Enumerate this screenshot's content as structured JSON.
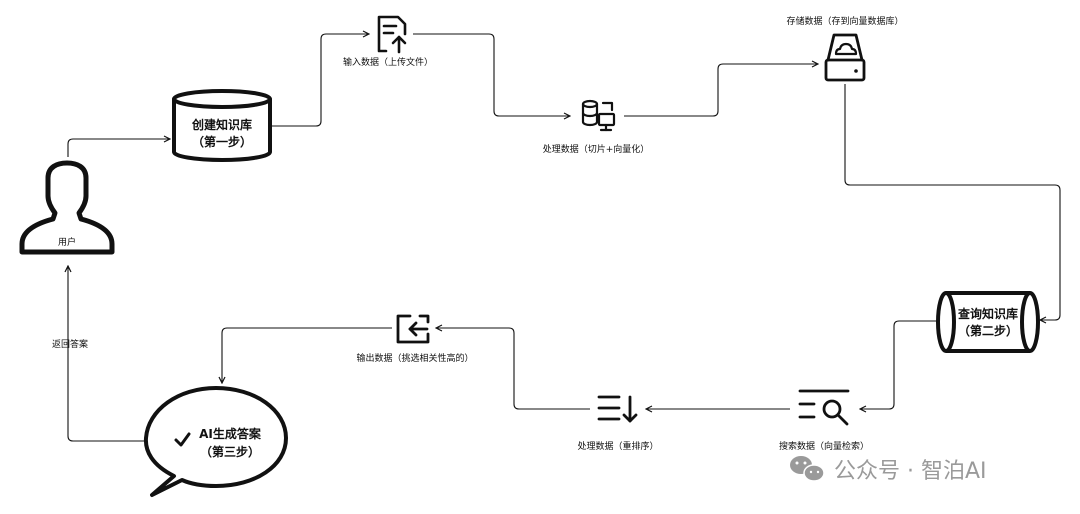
{
  "nodes": {
    "user": "用户",
    "create_kb_l1": "创建知识库",
    "create_kb_l2": "（第一步）",
    "query_kb_l1": "查询知识库",
    "query_kb_l2": "（第二步）",
    "ai_answer_l1": "AI生成答案",
    "ai_answer_l2": "（第三步）"
  },
  "steps": {
    "input_data": "输入数据（上传文件）",
    "process_data": "处理数据（切片+向量化）",
    "store_data": "存储数据（存到向量数据库）",
    "search_data": "搜索数据（向量检索）",
    "rerank_data": "处理数据（重排序）",
    "output_data": "输出数据（挑选相关性高的）",
    "return_answer": "返回答案"
  },
  "watermark": {
    "text": "公众号 · 智泊AI"
  },
  "icons": {
    "user": "person-icon",
    "create_kb": "database-cylinder-icon",
    "input": "file-upload-icon",
    "process": "database-monitor-icon",
    "store": "cloud-drive-icon",
    "query_kb": "horizontal-cylinder-icon",
    "search": "list-search-icon",
    "rerank": "list-sort-down-icon",
    "output": "login-arrow-icon",
    "answer": "speech-bubble-icon",
    "wechat": "wechat-icon"
  }
}
